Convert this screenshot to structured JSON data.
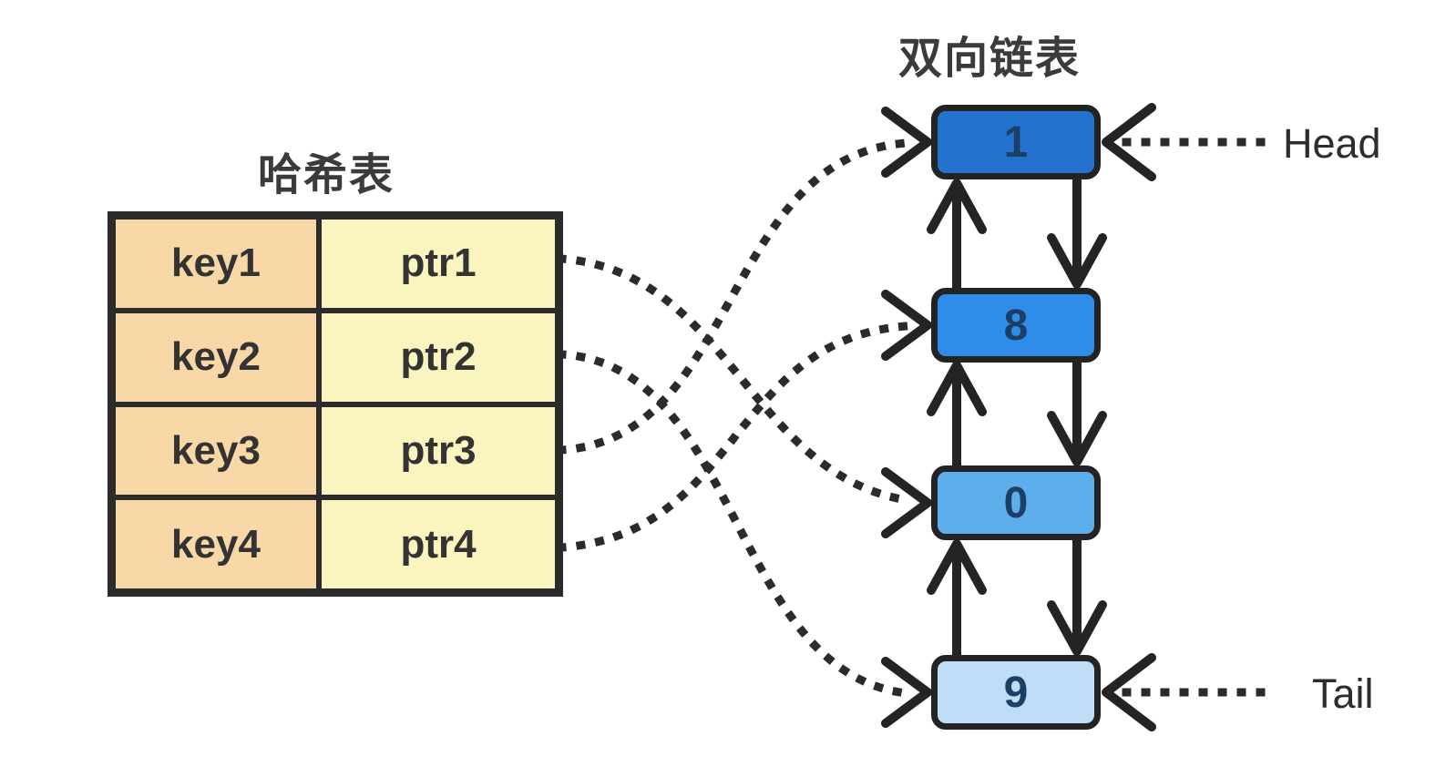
{
  "hash_table": {
    "title": "哈希表",
    "rows": [
      {
        "key": "key1",
        "ptr": "ptr1"
      },
      {
        "key": "key2",
        "ptr": "ptr2"
      },
      {
        "key": "key3",
        "ptr": "ptr3"
      },
      {
        "key": "key4",
        "ptr": "ptr4"
      }
    ]
  },
  "linked_list": {
    "title": "双向链表",
    "head_label": "Head",
    "tail_label": "Tail",
    "nodes": [
      {
        "value": "1",
        "fill": "#2272CE"
      },
      {
        "value": "8",
        "fill": "#2F8CE8"
      },
      {
        "value": "0",
        "fill": "#5FAEEC"
      },
      {
        "value": "9",
        "fill": "#BFDDF6"
      }
    ]
  },
  "mappings": [
    {
      "from": "ptr1",
      "to_node_value": "0"
    },
    {
      "from": "ptr2",
      "to_node_value": "9"
    },
    {
      "from": "ptr3",
      "to_node_value": "1"
    },
    {
      "from": "ptr4",
      "to_node_value": "8"
    }
  ],
  "colors": {
    "stroke": "#2b2b2b",
    "key_cell": "#F8D8A6",
    "ptr_cell": "#FAF4BE",
    "node_border": "#232323",
    "text": "#333333",
    "node_digit": "#1C3F66"
  }
}
